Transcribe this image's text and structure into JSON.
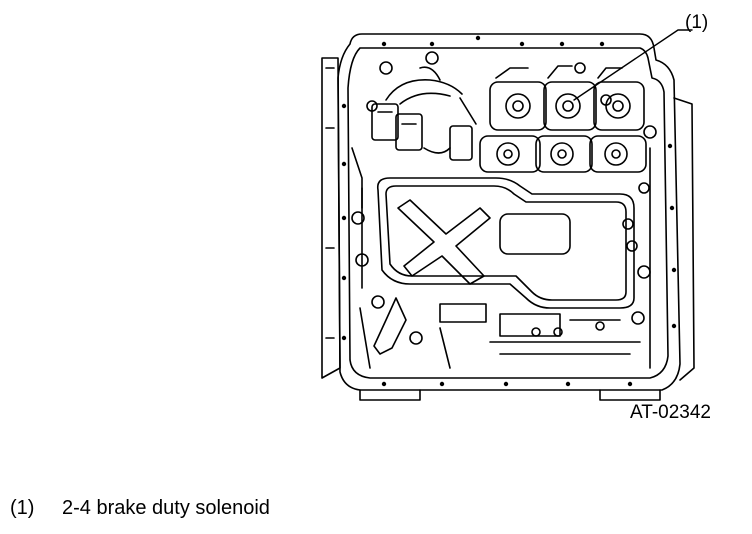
{
  "figure": {
    "callout": "(1)",
    "code": "AT-02342"
  },
  "legend": [
    {
      "number": "(1)",
      "text": "2-4 brake duty solenoid"
    }
  ]
}
